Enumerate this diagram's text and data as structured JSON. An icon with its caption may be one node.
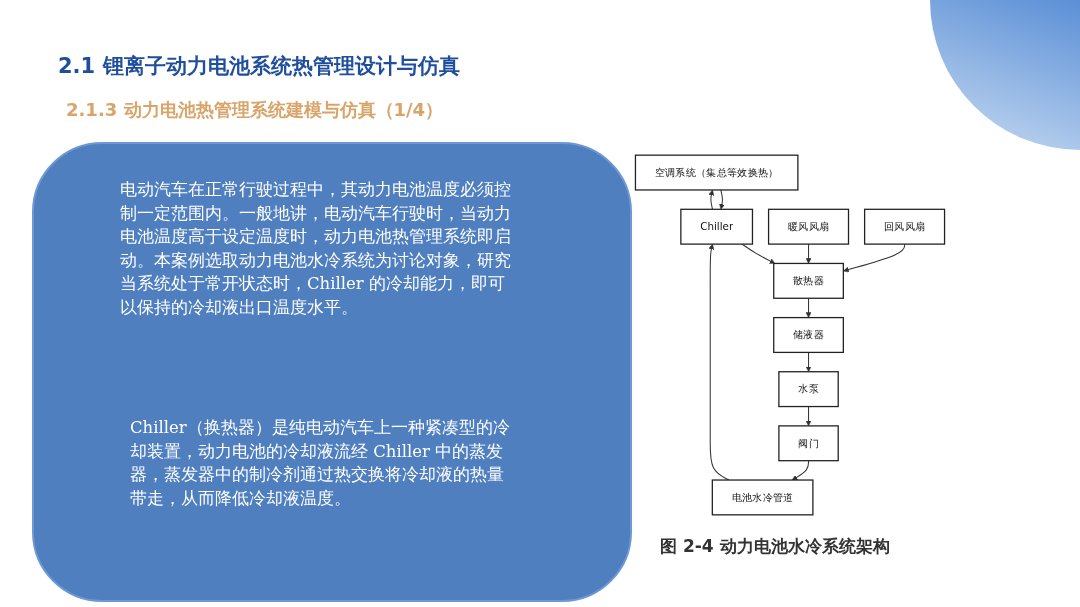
{
  "diagram": {
    "title": "2.1 锂离子动力电池系统热管理设计与仿真",
    "caption": "图 2-4 动力电池水冷系统架构",
    "nodes": [
      {
        "text": [
          "空调系统（集总等效换热）"
        ]
      },
      {
        "text": [
          "Chiller"
        ]
      },
      {
        "text": [
          "电池水冷管道"
        ]
      },
      {
        "text": [
          "阀门"
        ]
      },
      {
        "text": [
          "水泵"
        ]
      },
      {
        "text": [
          "散热器"
        ]
      },
      {
        "text": [
          "储液器"
        ]
      },
      {
        "text": [
          "暖风风扇"
        ]
      },
      {
        "text": [
          "回风风扇"
        ]
      }
    ],
    "edges": [
      {
        "from": 0,
        "to": 1,
        "arrow": "to"
      },
      {
        "from": 1,
        "to": 0,
        "arrow": "to"
      },
      {
        "from": 2,
        "to": 1,
        "arrow": "to"
      },
      {
        "from": 3,
        "to": 2,
        "arrow": "to"
      },
      {
        "from": 4,
        "to": 3,
        "arrow": "to"
      },
      {
        "from": 6,
        "to": 4,
        "arrow": "to"
      },
      {
        "from": 5,
        "to": 6,
        "arrow": "to"
      },
      {
        "from": 1,
        "to": 5,
        "arrow": "to"
      },
      {
        "from": 7,
        "to": 5,
        "arrow": "to"
      },
      {
        "from": 8,
        "to": 5,
        "arrow": "to"
      }
    ],
    "labels": [
      "2.1.3 动力电池热管理系统建模与仿真（1/4）",
      "电动汽车在正常行驶过程中，其动力电池温度必须控制一定范围内。一般地讲，电动汽车行驶时，当动力电池温度高于设定温度时，动力电池热管理系统即启动。本案例选取动力电池水冷系统为讨论对象，研究当系统处于常开状态时，Chiller 的冷却能力，即可以保持的冷却液出口温度水平。",
      "Chiller（换热器）是纯电动汽车上一种紧凑型的冷却装置，动力电池的冷却液流经 Chiller 中的蒸发器，蒸发器中的制冷剂通过热交换将冷却液的热量带走，从而降低冷却液温度。"
    ]
  }
}
